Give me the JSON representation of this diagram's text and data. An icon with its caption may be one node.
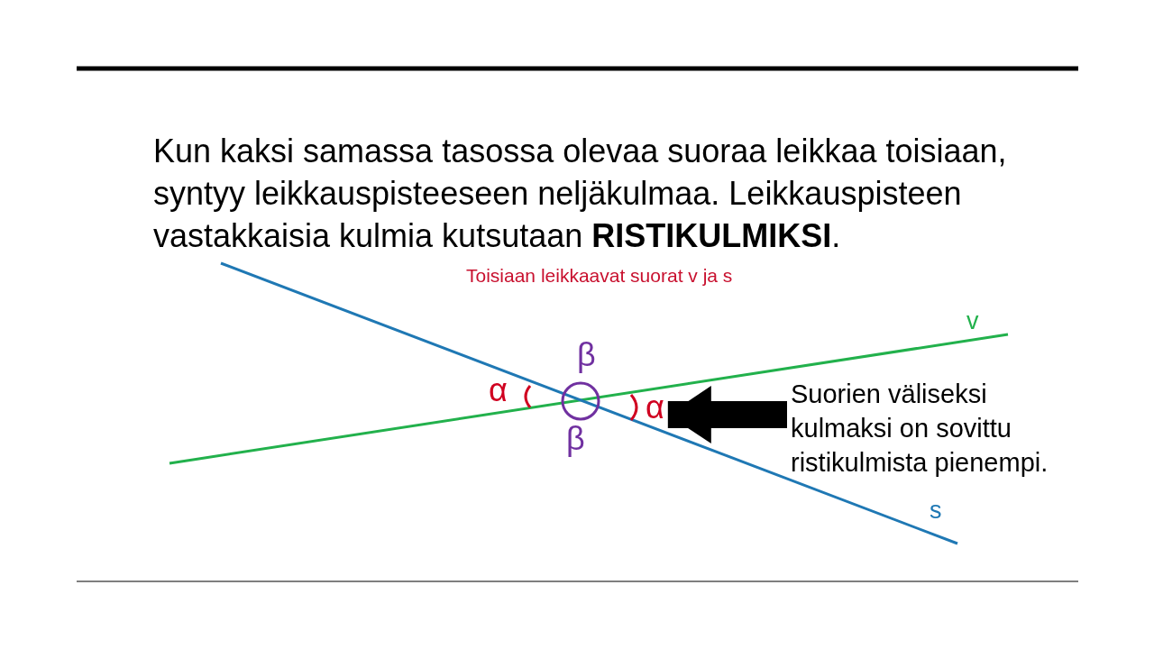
{
  "diagram": {
    "nodes": [
      {
        "text": [
          "Suorien väliseksi kulmaksi on sovittu ristikulmista pienempi."
        ]
      },
      {
        "text": [
          "α"
        ]
      }
    ],
    "edges": [
      {
        "from": 0,
        "to": 1,
        "arrow": "to"
      }
    ],
    "labels": [
      "Kun kaksi samassa tasossa olevaa suoraa leikkaa toisiaan, syntyy leikkauspisteeseen neljäkulmaa. Leikkauspisteen vastakkaisia kulmia kutsutaan **RISTIKULMIKSI**.",
      "Toisiaan leikkaavat suorat v ja s",
      "v",
      "β",
      "α",
      "β",
      "s"
    ]
  }
}
